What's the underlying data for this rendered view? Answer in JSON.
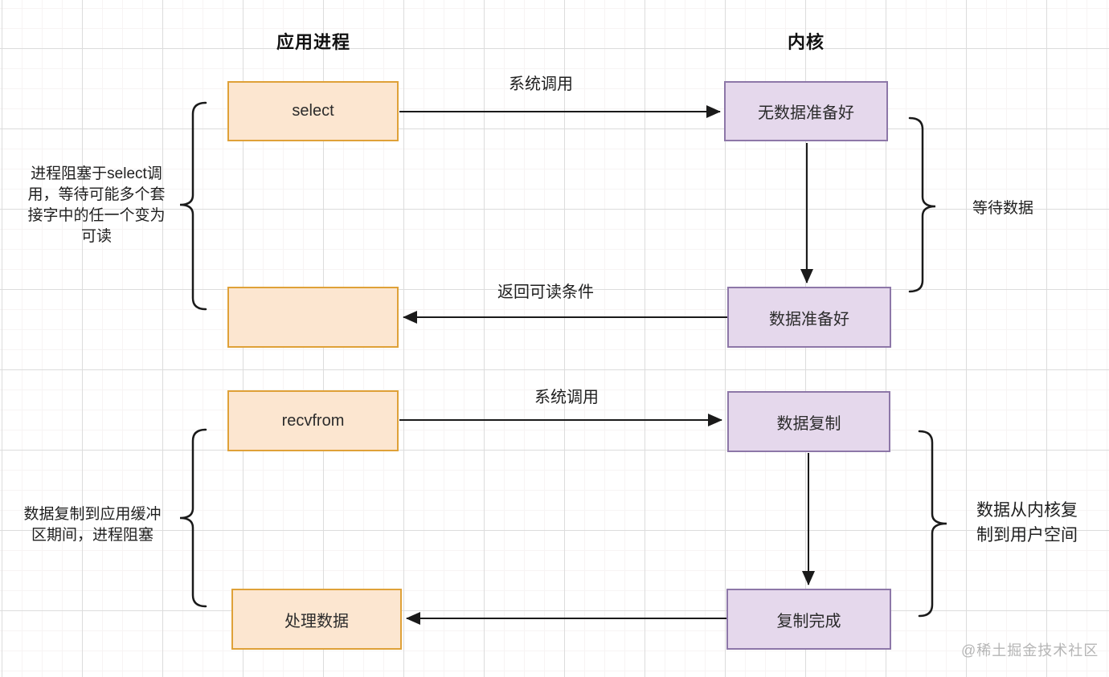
{
  "diagram": {
    "columns": {
      "left_title": "应用进程",
      "right_title": "内核"
    },
    "process_boxes": {
      "select": "select",
      "blocked_empty": "",
      "recvfrom": "recvfrom",
      "handle_data": "处理数据"
    },
    "kernel_boxes": {
      "no_data_ready": "无数据准备好",
      "data_ready": "数据准备好",
      "data_copy": "数据复制",
      "copy_done": "复制完成"
    },
    "arrow_labels": {
      "syscall_select": "系统调用",
      "return_readable": "返回可读条件",
      "syscall_recvfrom": "系统调用"
    },
    "brace_labels": {
      "left_select_block": "进程阻塞于select调\n用，等待可能多个套\n接字中的任一个变为\n可读",
      "left_copy_block": "数据复制到应用缓冲\n区期间，进程阻塞",
      "right_wait_data": "等待数据",
      "right_kernel_copy": "数据从内核复\n制到用户空间"
    },
    "watermark": "@稀土掘金技术社区"
  },
  "colors": {
    "process_box_fill": "#fce6d0",
    "process_box_border": "#dfa138",
    "kernel_box_fill": "#e5d8ec",
    "kernel_box_border": "#8d77a8",
    "line": "#1a1a1a",
    "grid_minor": "#f7f4f4",
    "grid_major": "#dcdcdc",
    "watermark": "#b5b5b5"
  }
}
